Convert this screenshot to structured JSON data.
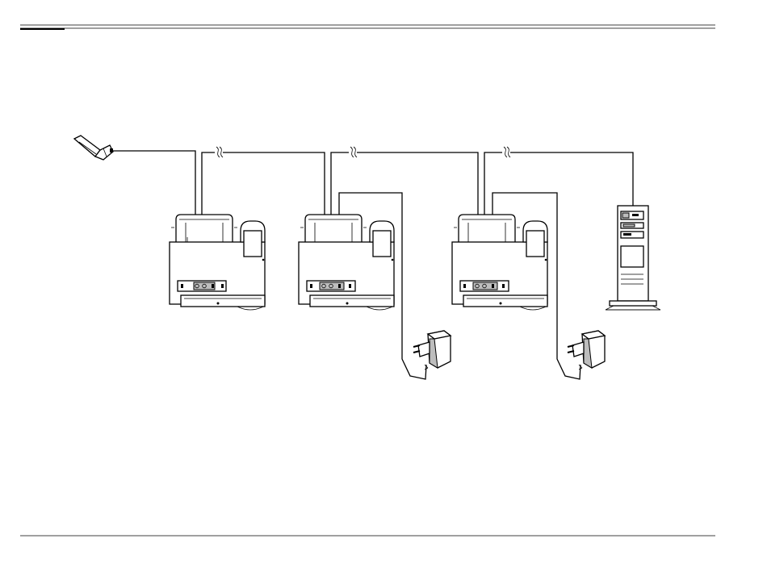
{
  "diagram": {
    "devices": [
      {
        "kind": "wall-socket",
        "icon": "phone-wall-socket-icon"
      },
      {
        "kind": "device",
        "icon": "fax-machine-icon"
      },
      {
        "kind": "device",
        "icon": "fax-machine-icon"
      },
      {
        "kind": "device",
        "icon": "fax-machine-icon"
      },
      {
        "kind": "power-adapter",
        "icon": "power-adapter-icon"
      },
      {
        "kind": "power-adapter",
        "icon": "power-adapter-icon"
      },
      {
        "kind": "computer",
        "icon": "tower-computer-icon"
      }
    ],
    "cable_breaks": 3
  }
}
